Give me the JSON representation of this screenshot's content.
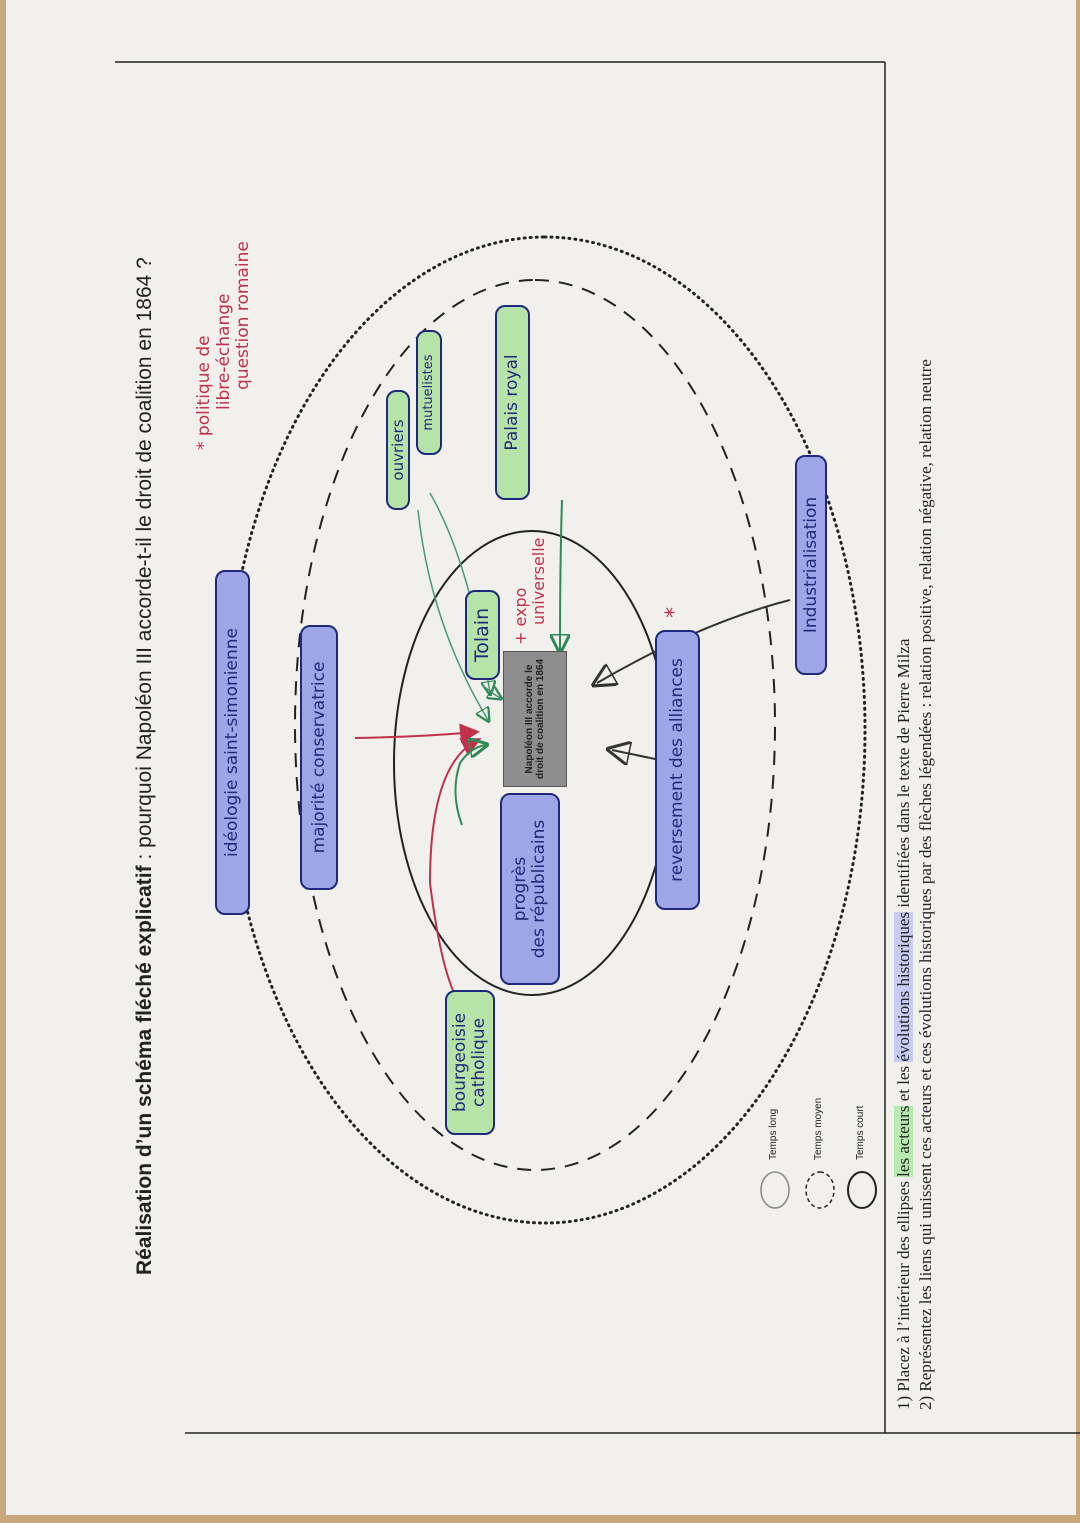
{
  "title": {
    "bold": "Réalisation d’un schéma fléché explicatif",
    "rest": " : pourquoi Napoléon III accorde-t-il le droit de coalition en 1864 ?"
  },
  "center": "Napoléon III accorde le droit de coalition en 1864",
  "legend": [
    {
      "label": "Temps long",
      "style": "dotted"
    },
    {
      "label": "Temps moyen",
      "style": "dashed"
    },
    {
      "label": "Temps court",
      "style": "solid"
    }
  ],
  "labels": {
    "ideologie": "idéologie saint-simonienne",
    "majorite": "majorité conservatrice",
    "bourgeoisie_1": "bourgeoisie",
    "bourgeoisie_2": "catholique",
    "progres_1": "progrès",
    "progres_2": "des républicains",
    "tolain": "Tolain",
    "expo_1": "+ expo",
    "expo_2": "universelle",
    "reversement": "reversement des alliances",
    "industrialisation": "Industrialisation",
    "ouvriers": "ouvriers",
    "mutuelistes": "mutuelistes",
    "palais": "Palais royal",
    "note_1": "* politique de",
    "note_2": "libre-échange",
    "note_3": "question romaine",
    "star": "*"
  },
  "instructions": {
    "l1_a": "1) Placez à l’intérieur des ellipses ",
    "l1_b": "les acteurs",
    "l1_c": " et les ",
    "l1_d": "évolutions historiques",
    "l1_e": " identifiées dans le texte de Pierre Milza",
    "l2": "2) Représentez les liens qui unissent ces acteurs et ces évolutions historiques par des flèches légendées : relation positive, relation négative, relation neutre"
  },
  "colors": {
    "actor": "#b6e3a8",
    "evolution": "#9fa6e8",
    "positive": "#2e8b57",
    "negative": "#c2314a",
    "neutral": "#333333"
  }
}
